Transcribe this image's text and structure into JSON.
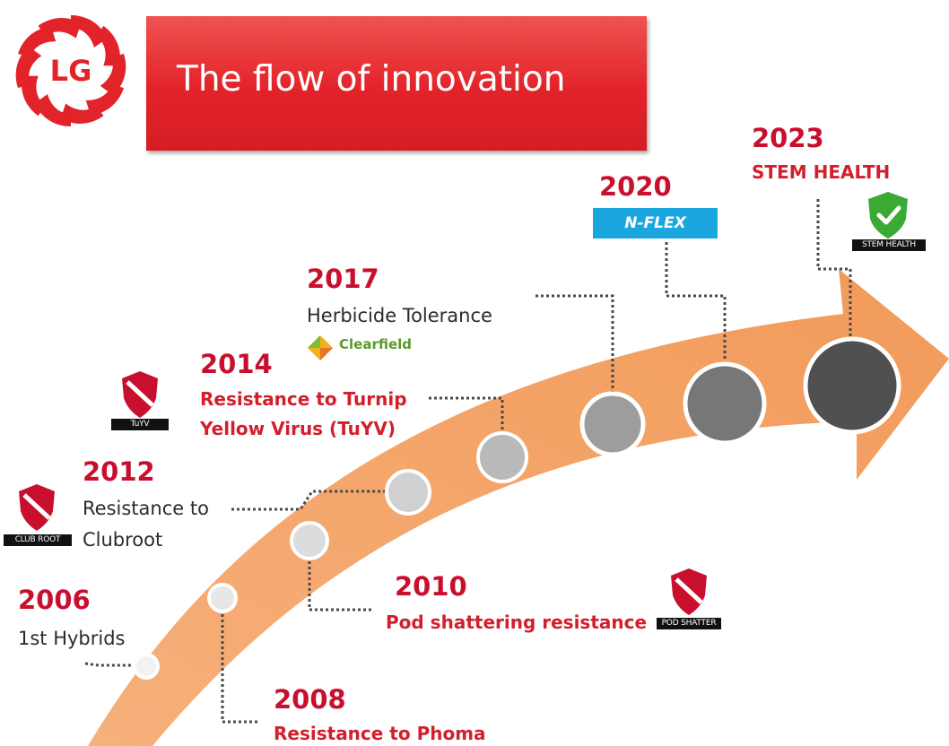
{
  "header": {
    "title": "The flow of innovation",
    "logo_text": "LG"
  },
  "milestones": [
    {
      "year": "2006",
      "title": "1st Hybrids"
    },
    {
      "year": "2008",
      "title": "Resistance to Phoma"
    },
    {
      "year": "2010",
      "title": "Pod shattering resistance",
      "badge": "POD SHATTER"
    },
    {
      "year": "2012",
      "title_lines": [
        "Resistance to",
        "Clubroot"
      ],
      "badge": "CLUB ROOT"
    },
    {
      "year": "2014",
      "title_lines": [
        "Resistance to Turnip",
        "Yellow Virus (TuYV)"
      ],
      "badge": "TuYV"
    },
    {
      "year": "2017",
      "title": "Herbicide Tolerance",
      "logo": "Clearfield"
    },
    {
      "year": "2020",
      "tag": "N-FLEX"
    },
    {
      "year": "2023",
      "title": "STEM HEALTH",
      "badge": "STEM HEALTH"
    }
  ],
  "colors": {
    "brand_red": "#e2232a",
    "year_red": "#c8102e",
    "arrow_orange": "#f4a469",
    "nflex_blue": "#1aa7e0",
    "stem_green": "#3aaa35"
  },
  "icons": {
    "resistance_badge": "shield-stripe-icon",
    "stem_health_badge": "shield-check-icon"
  }
}
